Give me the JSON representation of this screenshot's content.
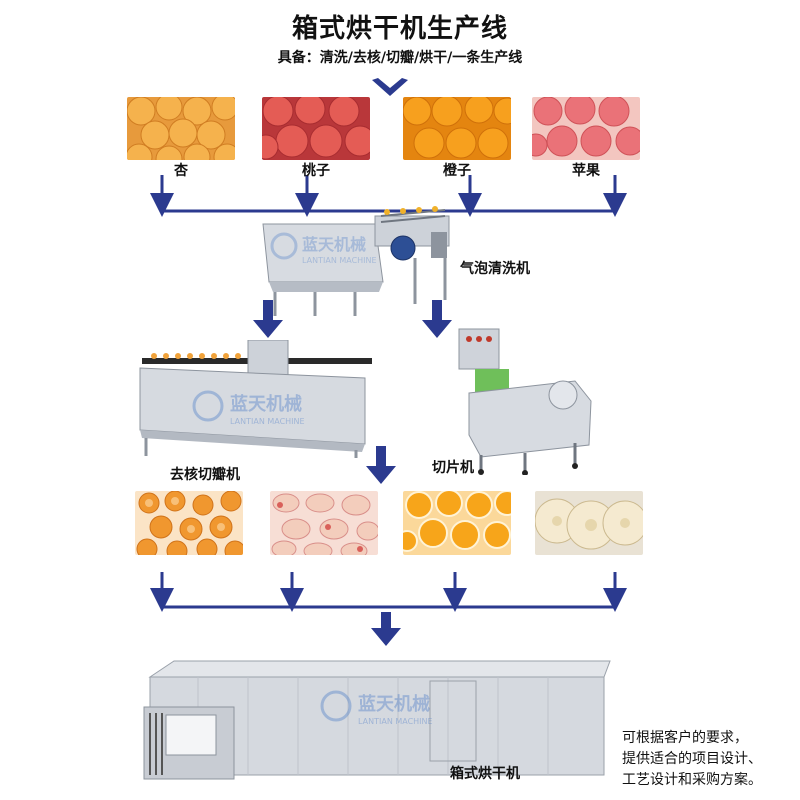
{
  "title": "箱式烘干机生产线",
  "subtitle": "具备：清洗/去核/切瓣/烘干/一条生产线",
  "fruits": [
    {
      "label": "杏",
      "color": "#f2a23a"
    },
    {
      "label": "桃子",
      "color": "#e25a4c"
    },
    {
      "label": "橙子",
      "color": "#f59a16"
    },
    {
      "label": "苹果",
      "color": "#ea6f72"
    }
  ],
  "machines": {
    "washer": "气泡清洗机",
    "pitter": "去核切瓣机",
    "slicer": "切片机",
    "dryer": "箱式烘干机"
  },
  "watermark": {
    "cn": "蓝天机械",
    "en": "LANTIAN MACHINE"
  },
  "slices": [
    {
      "name": "apricot-slices",
      "color": "#f3a045"
    },
    {
      "name": "peach-slices",
      "color": "#f1c9b7"
    },
    {
      "name": "orange-slices",
      "color": "#f7a51a"
    },
    {
      "name": "apple-slices",
      "color": "#f3e6c8"
    }
  ],
  "note": {
    "line1": "可根据客户的要求，",
    "line2": "提供适合的项目设计、",
    "line3": "工艺设计和采购方案。"
  },
  "colors": {
    "arrow": "#2b3a8f",
    "steel": "#c9ced6",
    "steel_dark": "#8d949e"
  }
}
